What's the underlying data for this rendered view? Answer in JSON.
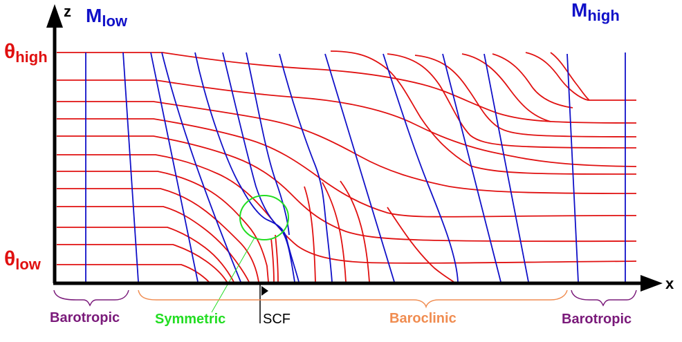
{
  "axes": {
    "z_label": "z",
    "x_label": "x"
  },
  "theta": {
    "symbol": "θ",
    "high_sub": "high",
    "low_sub": "low"
  },
  "momentum": {
    "symbol": "M",
    "low_sub": "low",
    "high_sub": "high"
  },
  "regions": {
    "left": "Barotropic",
    "middle": "Baroclinic",
    "right": "Barotropic"
  },
  "annotations": {
    "symmetric": "Symmetric",
    "scf": "SCF"
  },
  "colors": {
    "theta_lines": "#e01010",
    "momentum_lines": "#1010c8",
    "barotropic": "#7a1a7a",
    "baroclinic": "#f08c50",
    "symmetric": "#22dd22",
    "axes": "#000000"
  }
}
